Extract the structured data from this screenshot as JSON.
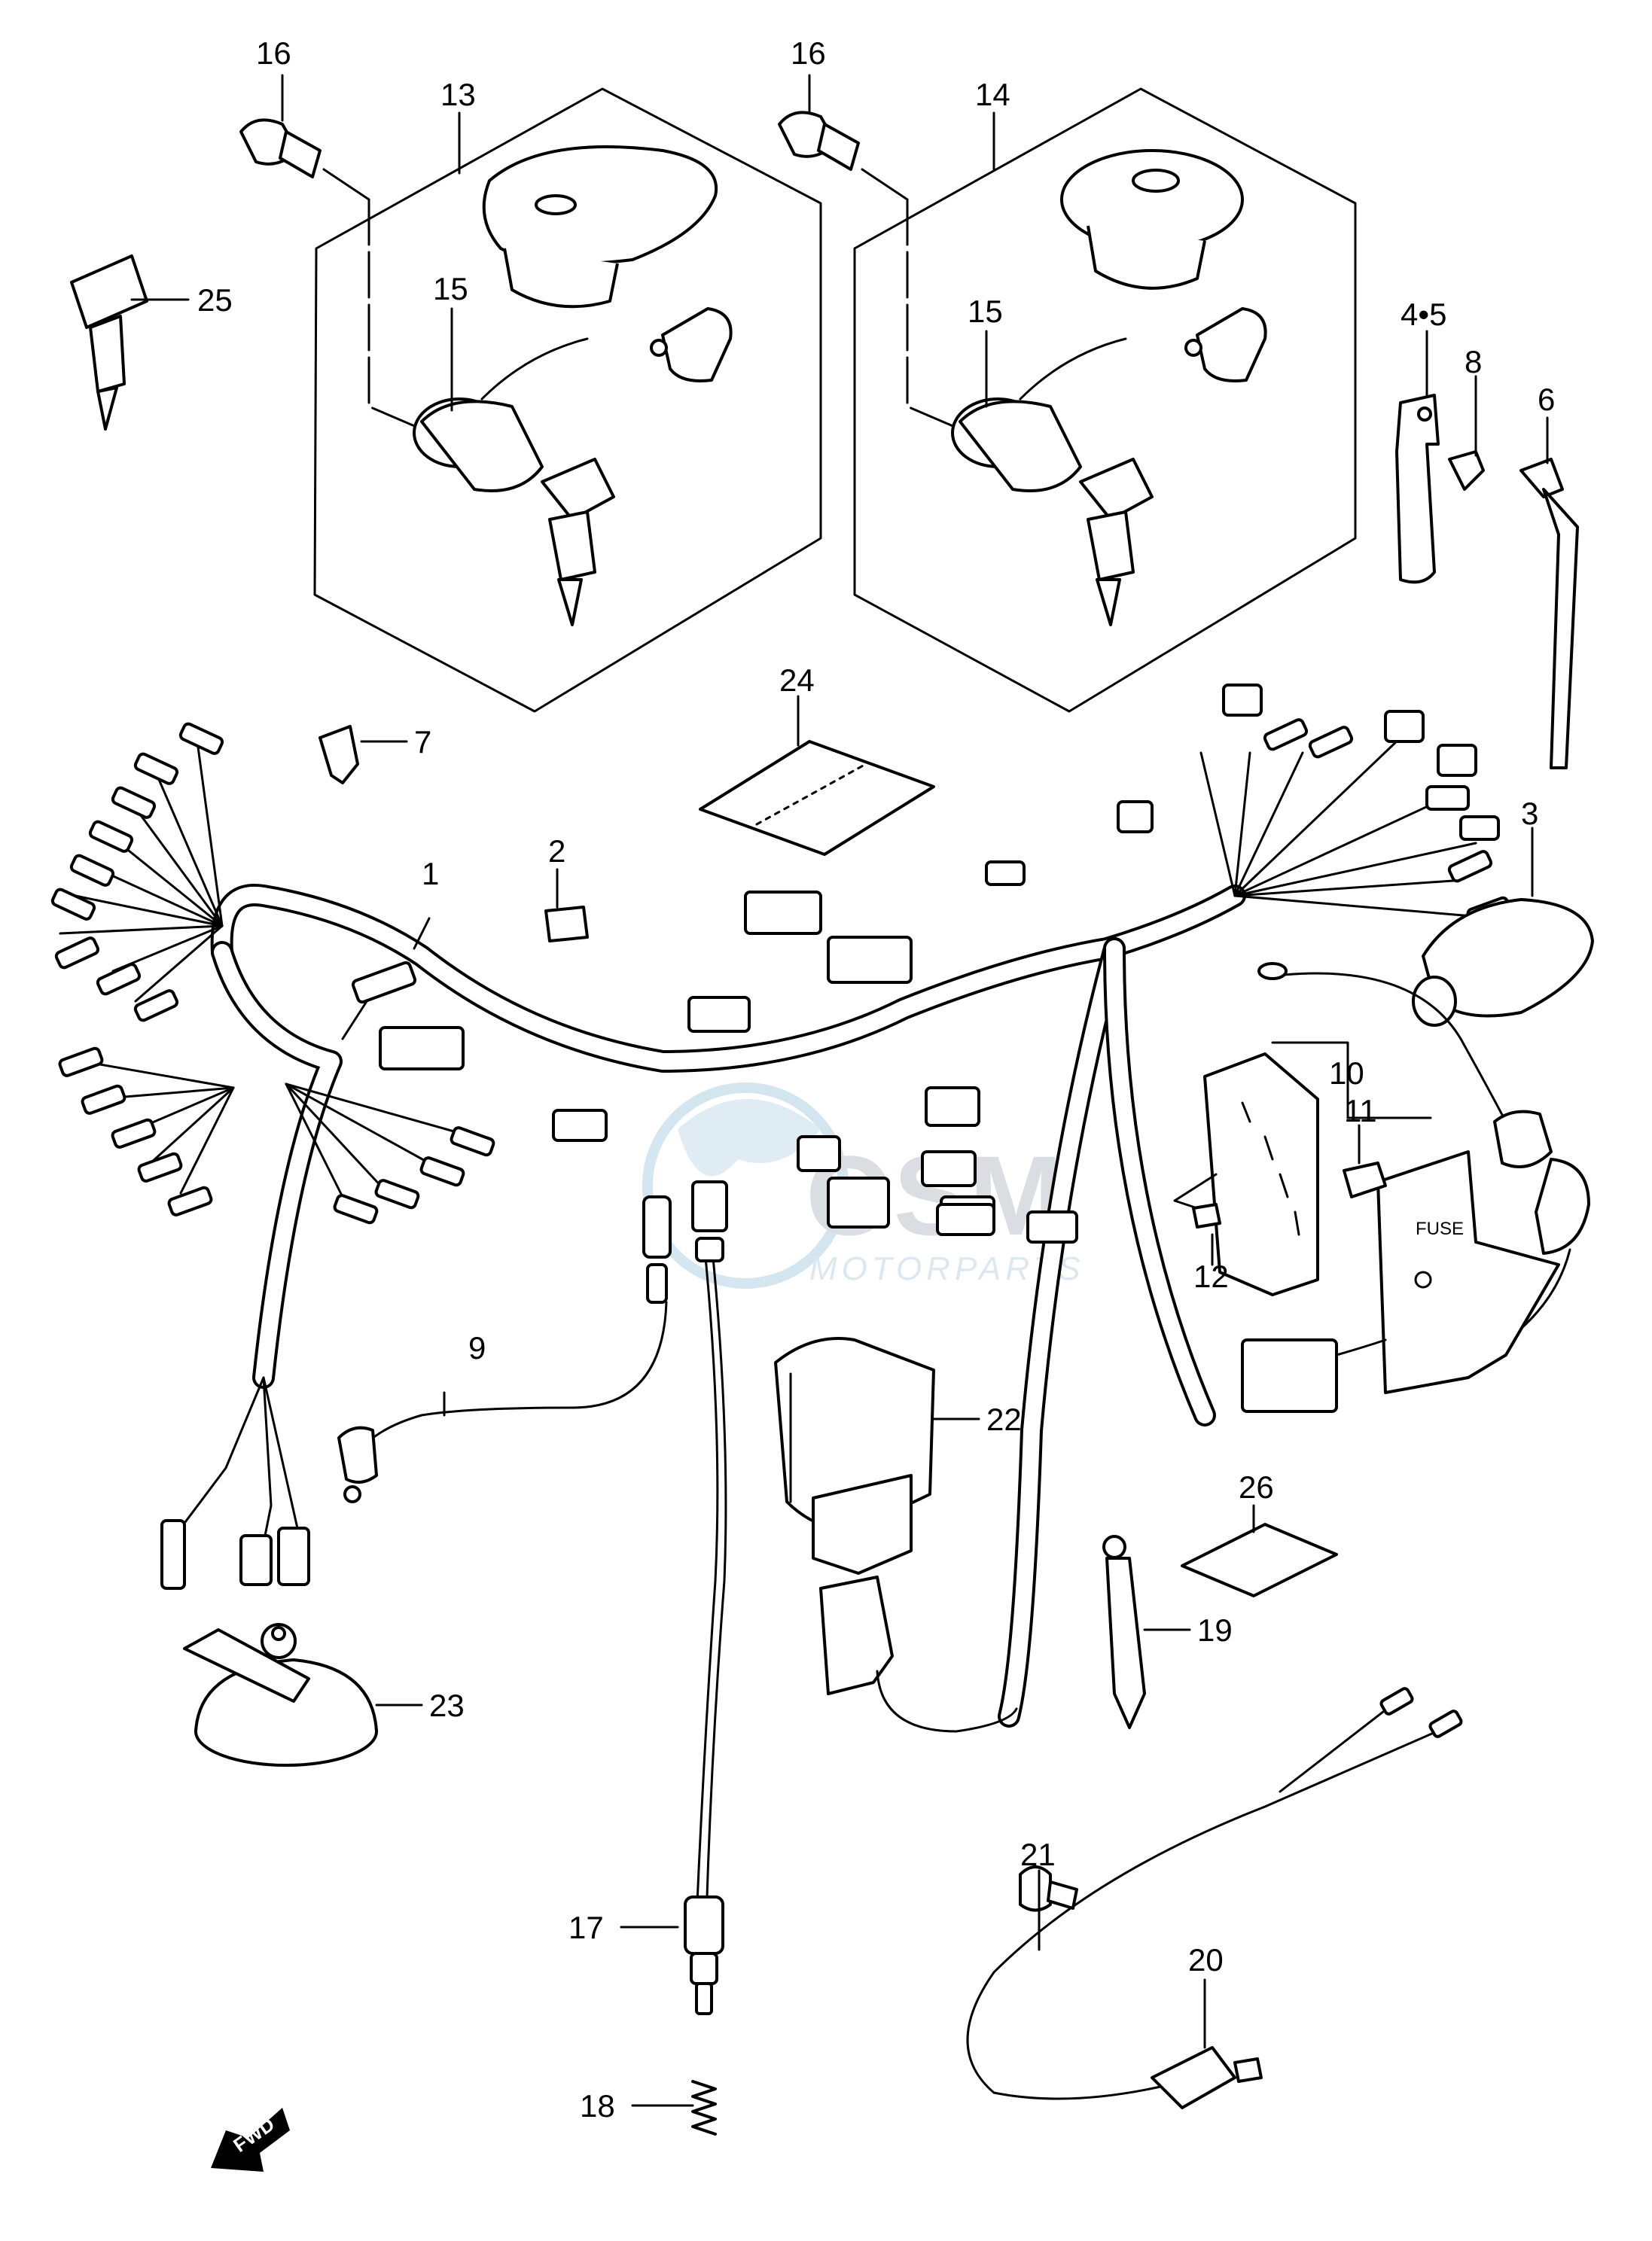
{
  "watermark": {
    "brand": "OSM",
    "subtitle": "MOTORPARTS"
  },
  "direction_label": "FWD",
  "fuse_box_text": "FUSE",
  "callouts": {
    "n1": "1",
    "n2": "2",
    "n3": "3",
    "n45": "4•5",
    "n6": "6",
    "n7": "7",
    "n8": "8",
    "n9": "9",
    "n10": "10",
    "n11": "11",
    "n12": "12",
    "n13": "13",
    "n14": "14",
    "n15a": "15",
    "n15b": "15",
    "n16a": "16",
    "n16b": "16",
    "n17": "17",
    "n18": "18",
    "n19": "19",
    "n20": "20",
    "n21": "21",
    "n22": "22",
    "n23": "23",
    "n24": "24",
    "n25": "25",
    "n26": "26"
  }
}
